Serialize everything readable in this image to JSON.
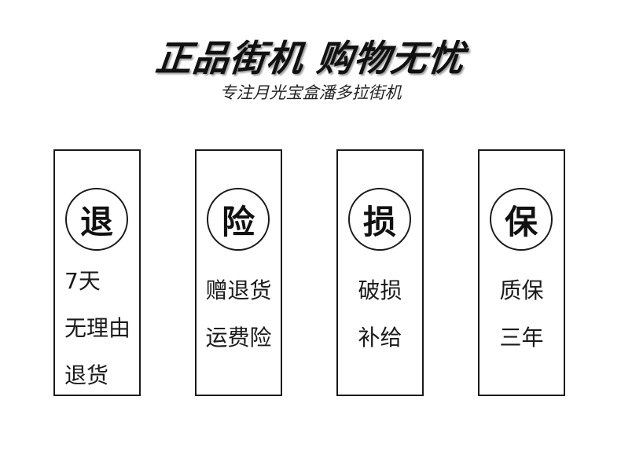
{
  "header": {
    "title": "正品街机 购物无忧",
    "subtitle": "专注月光宝盒潘多拉街机"
  },
  "cards": [
    {
      "badge": "退",
      "lines": [
        "7天",
        "无理由",
        "退货"
      ]
    },
    {
      "badge": "险",
      "lines": [
        "赠退货",
        "运费险"
      ]
    },
    {
      "badge": "损",
      "lines": [
        "破损",
        "补给"
      ]
    },
    {
      "badge": "保",
      "lines": [
        "质保",
        "三年"
      ]
    }
  ],
  "colors": {
    "text": "#111111",
    "border": "#1a1a1a",
    "background": "#ffffff"
  }
}
